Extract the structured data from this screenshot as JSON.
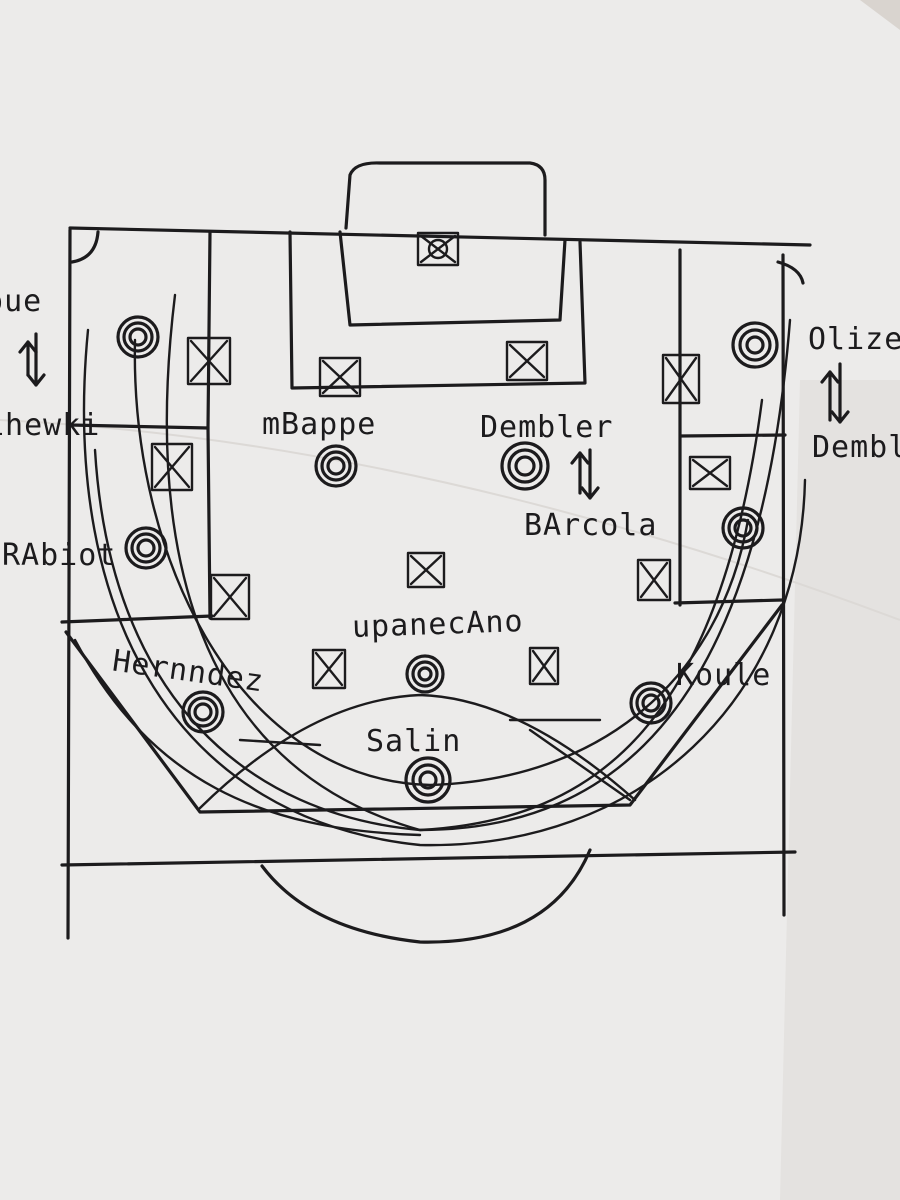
{
  "diagram": {
    "kind": "hand-drawn football pitch formation sketch",
    "paper_color": "#ecebea",
    "ink_color": "#1c1b1d",
    "players": [
      {
        "id": "doue",
        "label": "Doue"
      },
      {
        "id": "lewandowski",
        "label": "ihewki"
      },
      {
        "id": "mbappe",
        "label": "mBappe"
      },
      {
        "id": "dembele",
        "label": "Dembler"
      },
      {
        "id": "barcola",
        "label": "BArcola"
      },
      {
        "id": "rabiot",
        "label": "RAbiot"
      },
      {
        "id": "olise",
        "label": "Olize"
      },
      {
        "id": "dembele-right",
        "label": "Dembl"
      },
      {
        "id": "upamecano",
        "label": "upanecAno"
      },
      {
        "id": "hernandez",
        "label": "Hernndez"
      },
      {
        "id": "kounde",
        "label": "Koule"
      },
      {
        "id": "saliba",
        "label": "Salin"
      }
    ]
  }
}
